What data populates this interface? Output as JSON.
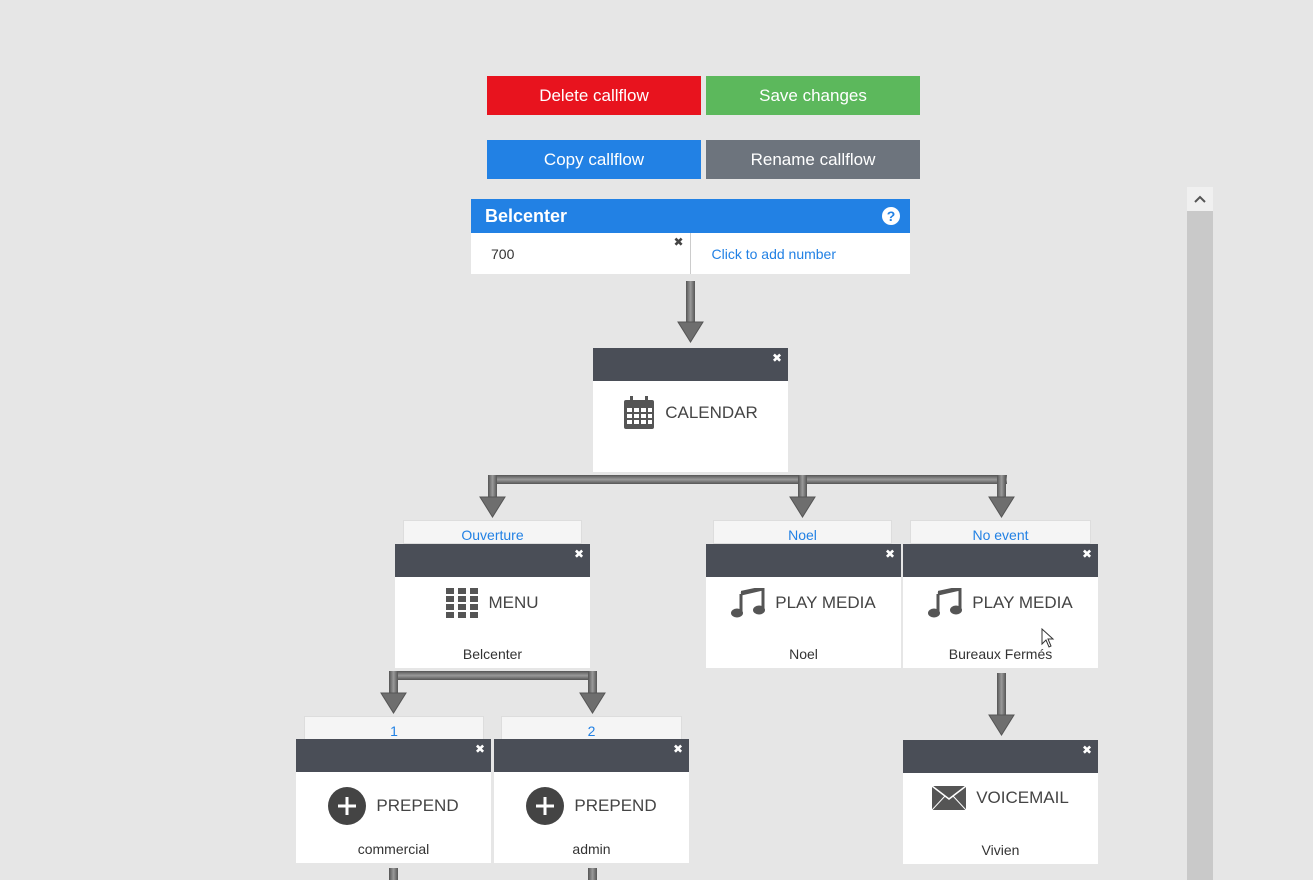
{
  "toolbar": {
    "delete_label": "Delete callflow",
    "save_label": "Save changes",
    "copy_label": "Copy callflow",
    "rename_label": "Rename callflow"
  },
  "callflow": {
    "name": "Belcenter",
    "help_icon": "question-circle-icon",
    "number": "700",
    "add_number_label": "Click to add number"
  },
  "nodes": {
    "calendar": {
      "label": "CALENDAR",
      "icon": "calendar-icon"
    },
    "menu": {
      "label": "MENU",
      "sub": "Belcenter",
      "icon": "keypad-icon"
    },
    "play_noel": {
      "label": "PLAY MEDIA",
      "sub": "Noel",
      "icon": "music-note-icon"
    },
    "play_bureaux": {
      "label": "PLAY MEDIA",
      "sub": "Bureaux Fermés",
      "icon": "music-note-icon"
    },
    "prepend_1": {
      "label": "PREPEND",
      "sub": "commercial",
      "icon": "plus-circle-icon"
    },
    "prepend_2": {
      "label": "PREPEND",
      "sub": "admin",
      "icon": "plus-circle-icon"
    },
    "voicemail": {
      "label": "VOICEMAIL",
      "sub": "Vivien",
      "icon": "envelope-icon"
    }
  },
  "branches": {
    "ouverture": "Ouverture",
    "noel": "Noel",
    "no_event": "No event",
    "key1": "1",
    "key2": "2"
  },
  "colors": {
    "danger": "#e8131e",
    "success": "#5cb85c",
    "primary": "#2281e4",
    "secondary": "#6d747d",
    "node_bar": "#4a4e57"
  }
}
